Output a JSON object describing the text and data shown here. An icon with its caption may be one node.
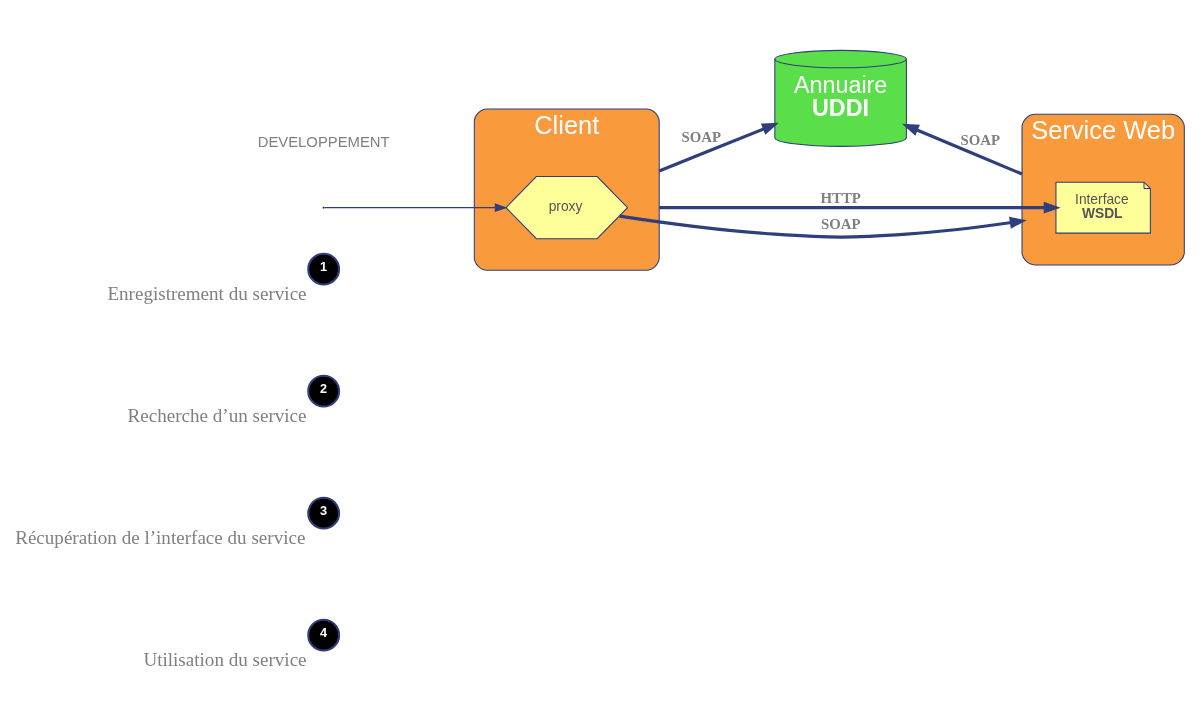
{
  "diagram": {
    "nodes": [
      {
        "text": [
          "1"
        ],
        "beside": [
          "Enregistrement du service"
        ]
      },
      {
        "text": [
          "Annuaire",
          "UDDI"
        ]
      },
      {
        "text": [
          "Service Web"
        ]
      },
      {
        "text": [
          "Client"
        ]
      },
      {
        "text": [
          "2"
        ],
        "beside": [
          "Recherche d’un service"
        ]
      },
      {
        "text": [
          "Interface",
          "WSDL"
        ],
        "in": 2
      },
      {
        "text": [
          "3"
        ],
        "beside": [
          "Récupération de l’interface du service"
        ]
      },
      {
        "text": [
          "proxy"
        ],
        "in": 3
      },
      {
        "text": [
          "4"
        ],
        "beside": [
          "Utilisation du service"
        ]
      }
    ],
    "edges": [
      {
        "from": 2,
        "to": 1,
        "arrow": "to",
        "label": "SOAP"
      },
      {
        "from": 3,
        "to": 1,
        "arrow": "to",
        "label": "SOAP"
      },
      {
        "from": 3,
        "to": 5,
        "arrow": "to",
        "label": "HTTP"
      },
      {
        "from": null,
        "to": 7,
        "arrow": "to"
      },
      {
        "from": 7,
        "to": 2,
        "arrow": "to",
        "label": "SOAP"
      }
    ],
    "labels": [
      "DEVELOPPEMENT"
    ]
  }
}
